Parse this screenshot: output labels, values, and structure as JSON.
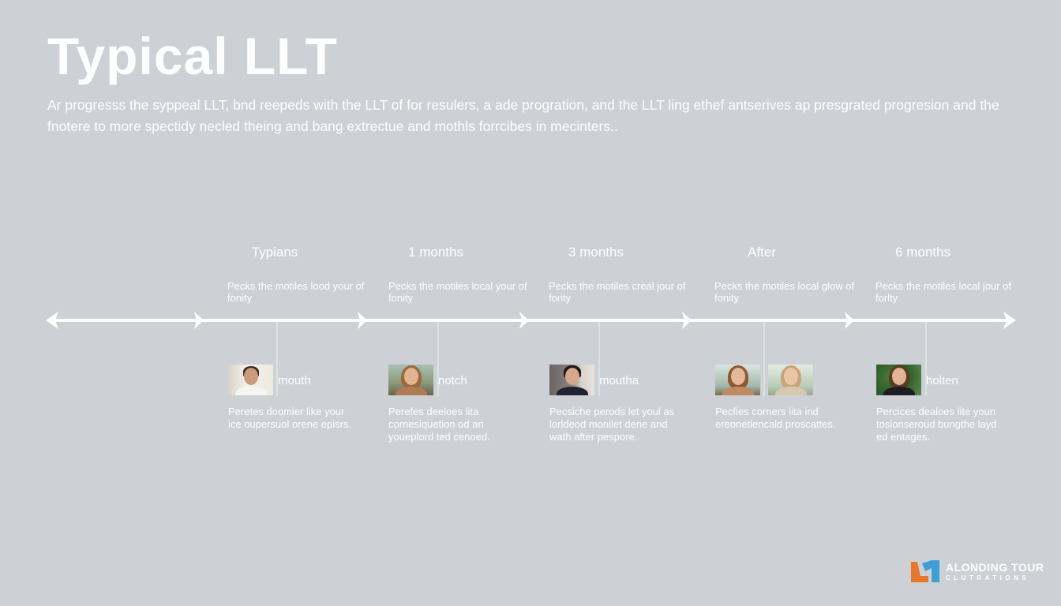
{
  "header": {
    "title": "Typical LLT",
    "intro": "Ar progresss the syppeal LLT, bnd reepeds with the LLT of for resulers, a ade progration, and the LLT ling ethef antserives ap presgrated progresion and the fnotere to more spectidy necled theing and bang extrectue and mothls forrcibes in mecinters.."
  },
  "timeline": {
    "line_color": "#ffffff",
    "stages": [
      {
        "label": "Typians",
        "caption": "Pecks the motiles lood your of fonity",
        "card": {
          "name": "mouth",
          "text": "Peretes doomier like your ice oupersuol orene episrs.",
          "photos": [
            "person-man-photo"
          ]
        }
      },
      {
        "label": "1 months",
        "caption": "Pecks the motiles local your of fonity",
        "card": {
          "name": "notch",
          "text": "Perefes deeloes lita cornesiquetion od an youeplord ted cenoed.",
          "photos": [
            "person-woman-photo"
          ]
        }
      },
      {
        "label": "3 months",
        "caption": "Pecks the motiles creal jour of fority",
        "card": {
          "name": "moutha",
          "text": "Pecsiche perods let youl as lorldeod monilet dene and wath after pespore.",
          "photos": [
            "person-man-dark-photo"
          ]
        }
      },
      {
        "label": "After",
        "caption": "Pecks the motiles local glow of fonity",
        "card": {
          "name": "",
          "text": "Pecfies corners lita ind ereonetlencald proscattes.",
          "photos": [
            "person-woman-curly-photo",
            "person-woman-blonde-photo"
          ]
        }
      },
      {
        "label": "6 months",
        "caption": "Pecks the motiles local jour of forlty",
        "card": {
          "name": "holten",
          "text": "Percices dealoes lite youn tosionseroud bungthe layd ed entages.",
          "photos": [
            "person-woman-garden-photo"
          ]
        }
      }
    ]
  },
  "footer": {
    "logo_line1": "ALONDING TOUR",
    "logo_line2": "CLUTRATIONS",
    "logo_colors": {
      "orange": "#e8762c",
      "blue": "#3d9fd6"
    }
  }
}
